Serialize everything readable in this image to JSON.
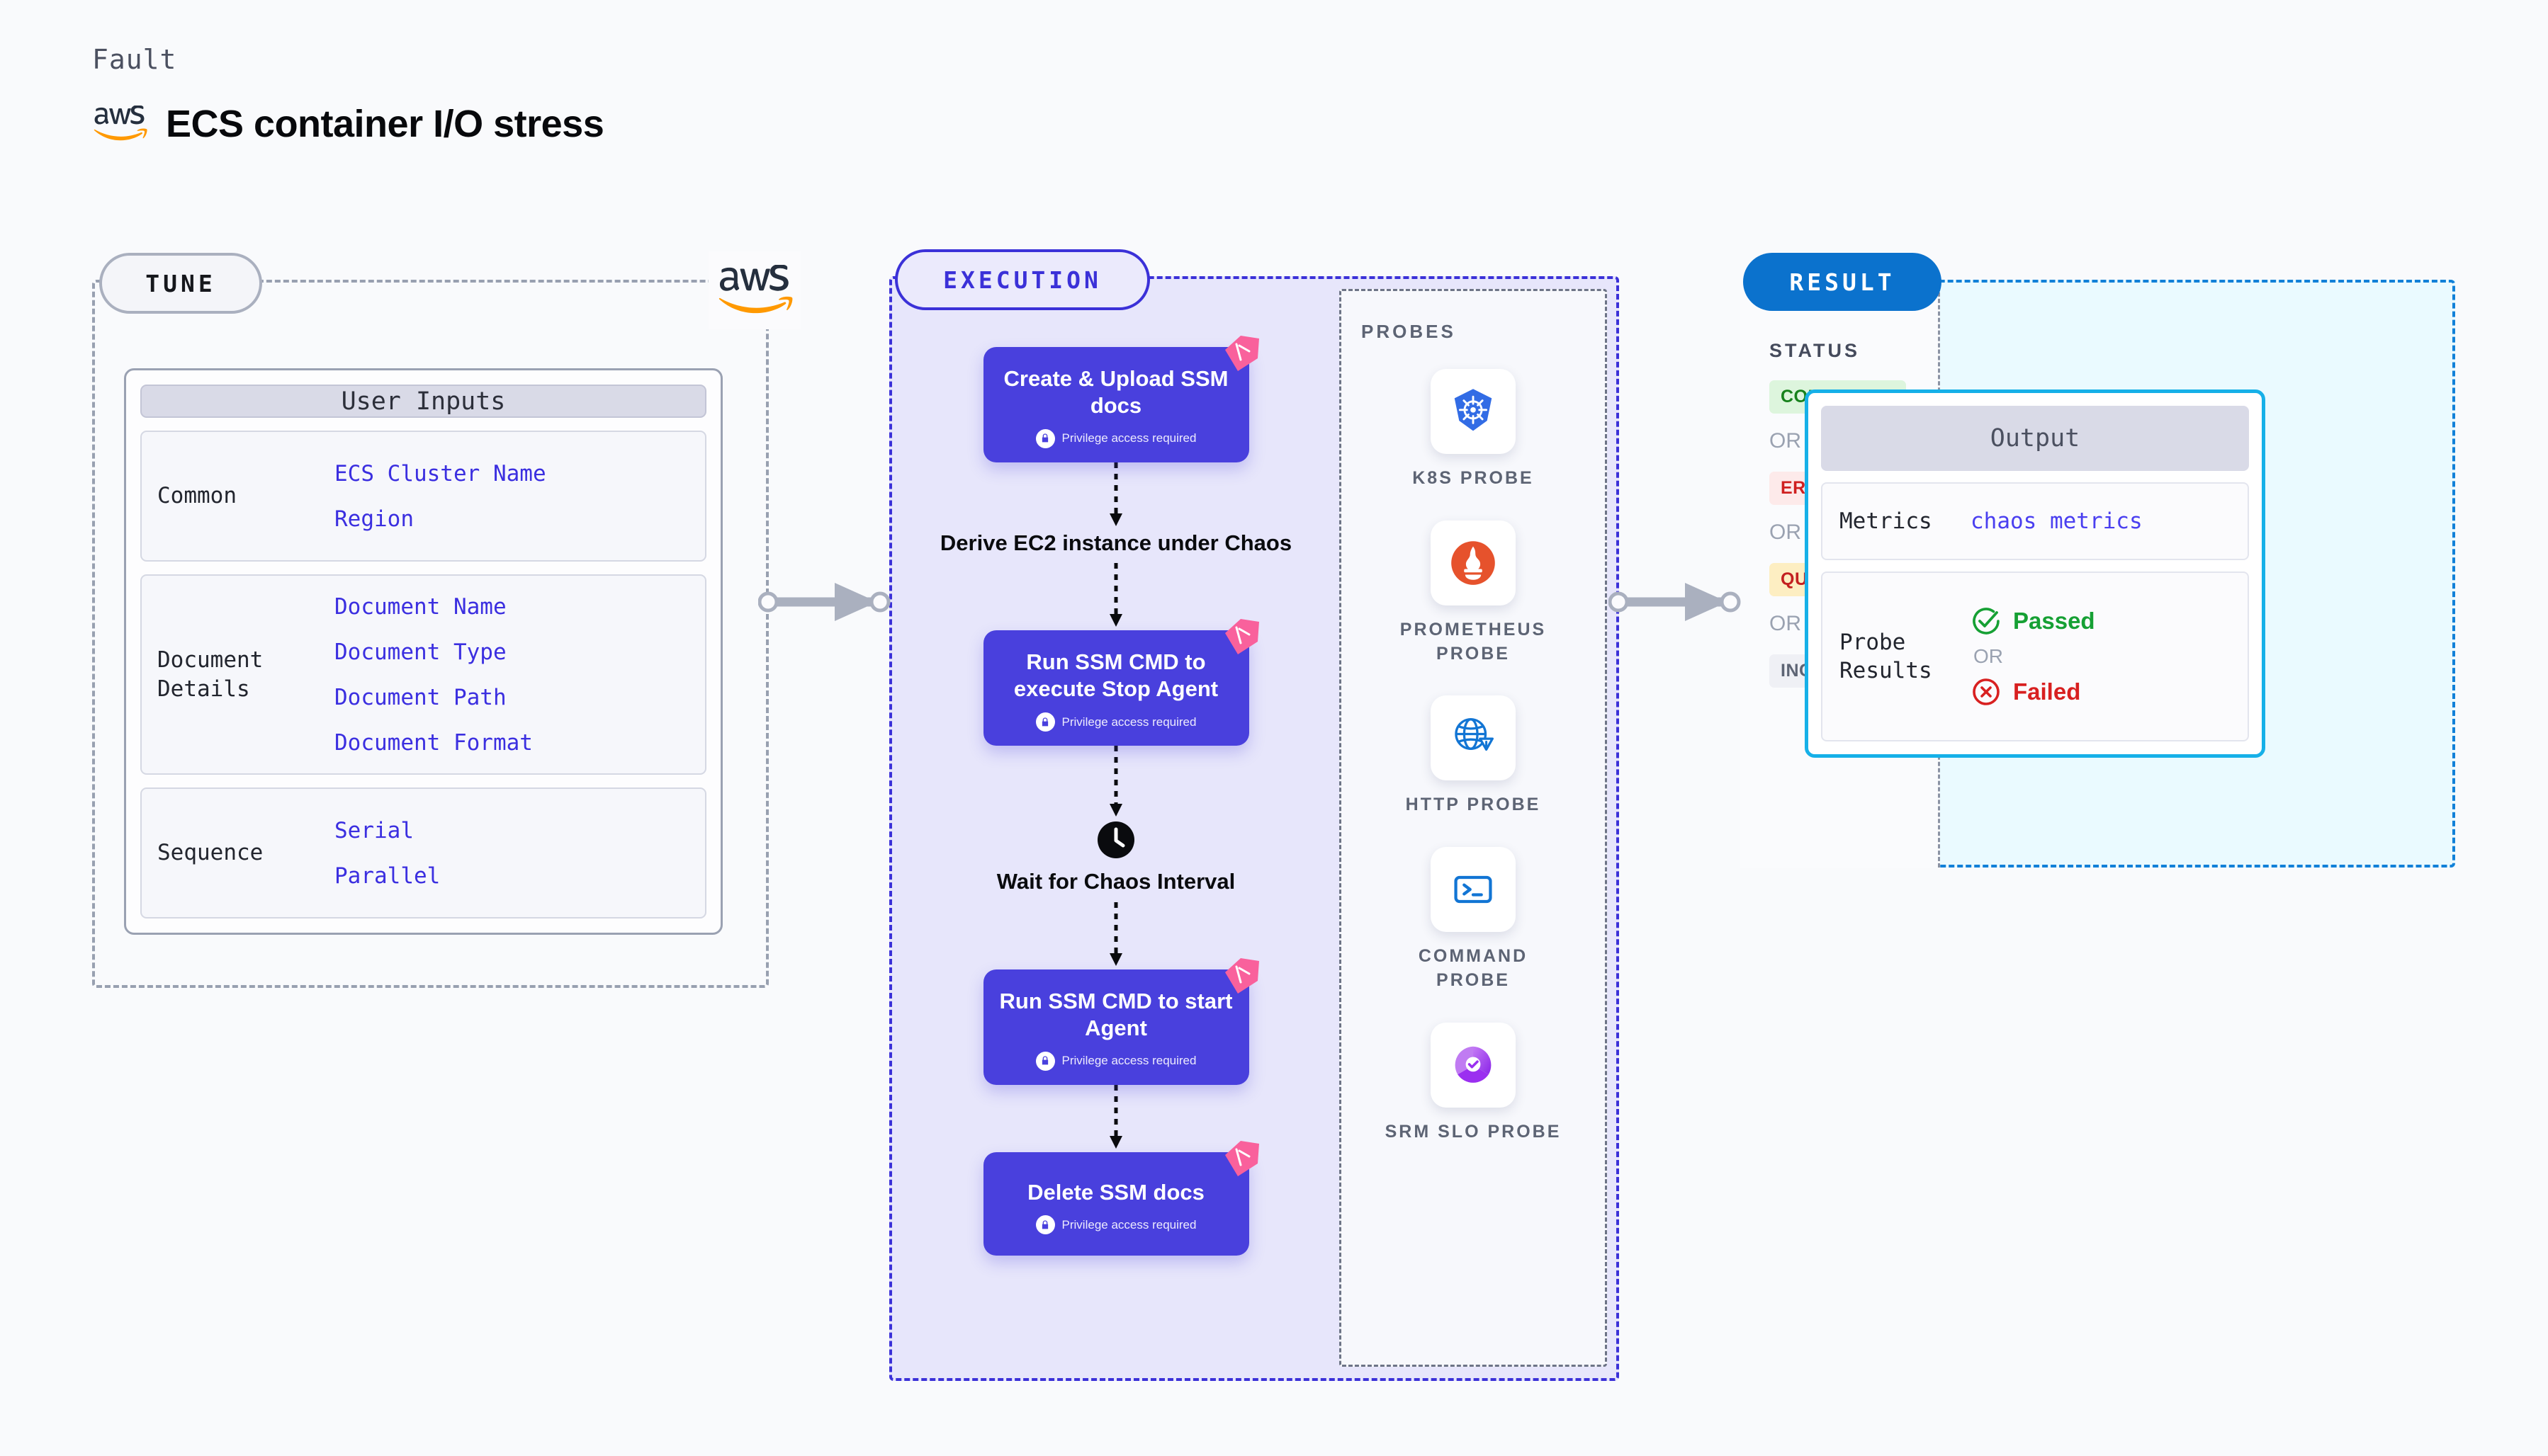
{
  "header": {
    "fault_label": "Fault",
    "title": "ECS container I/O stress",
    "logo": "aws-logo"
  },
  "tune": {
    "badge": "TUNE",
    "logo": "aws-logo",
    "user_inputs": {
      "header": "User Inputs",
      "sections": [
        {
          "label": "Common",
          "values": [
            "ECS Cluster Name",
            "Region"
          ]
        },
        {
          "label": "Document Details",
          "values": [
            "Document Name",
            "Document Type",
            "Document Path",
            "Document Format"
          ]
        },
        {
          "label": "Sequence",
          "values": [
            "Serial",
            "Parallel"
          ]
        }
      ]
    }
  },
  "execution": {
    "badge": "EXECUTION",
    "privilege_note": "Privilege access required",
    "steps": [
      {
        "type": "card",
        "title": "Create & Upload SSM docs",
        "privileged": true
      },
      {
        "type": "plain",
        "title": "Derive EC2 instance under Chaos",
        "icon": ""
      },
      {
        "type": "card",
        "title": "Run SSM CMD to execute Stop Agent",
        "privileged": true
      },
      {
        "type": "plain",
        "title": "Wait for Chaos Interval",
        "icon": "clock-icon"
      },
      {
        "type": "card",
        "title": "Run SSM CMD to start Agent",
        "privileged": true
      },
      {
        "type": "card",
        "title": "Delete SSM docs",
        "privileged": true
      }
    ]
  },
  "probes": {
    "heading": "PROBES",
    "items": [
      {
        "name": "K8S PROBE",
        "icon": "kubernetes-icon"
      },
      {
        "name": "PROMETHEUS PROBE",
        "icon": "prometheus-icon"
      },
      {
        "name": "HTTP PROBE",
        "icon": "http-globe-icon"
      },
      {
        "name": "COMMAND PROBE",
        "icon": "terminal-icon"
      },
      {
        "name": "SRM SLO PROBE",
        "icon": "srm-slo-icon"
      }
    ]
  },
  "result": {
    "badge": "RESULT",
    "status_heading": "STATUS",
    "or_label": "OR",
    "statuses": [
      {
        "label": "COMPLETED",
        "bg": "#ddf5dd",
        "color": "#17821c"
      },
      {
        "label": "ERRORED",
        "bg": "#fdeaea",
        "color": "#cf2020"
      },
      {
        "label": "QUEUED",
        "bg": "#fdeec2",
        "color": "#c32020"
      },
      {
        "label": "INCOMPLETED",
        "bg": "#eff0f5",
        "color": "#5d6474"
      }
    ],
    "output": {
      "header": "Output",
      "metrics_label": "Metrics",
      "metrics_value": "chaos metrics",
      "probe_results_label": "Probe Results",
      "passed": "Passed",
      "failed": "Failed",
      "or_label": "OR"
    }
  },
  "colors": {
    "execution_accent": "#3b31d8",
    "result_accent": "#0b72cd",
    "output_accent": "#16b0e8",
    "step_card": "#4940dd",
    "ribbon": "#f9619c",
    "aws_orange": "#ff9900",
    "passed_green": "#16a034",
    "failed_red": "#d82020"
  }
}
